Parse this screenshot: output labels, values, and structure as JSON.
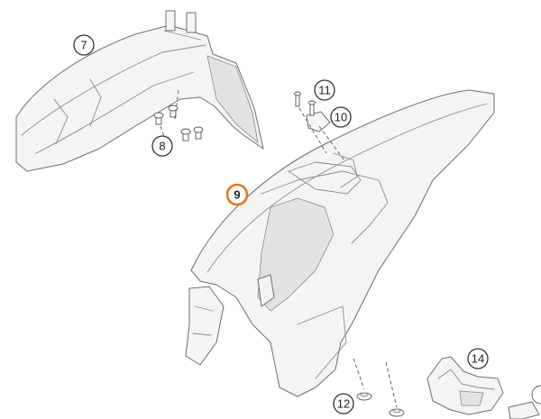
{
  "diagram": {
    "callouts": [
      {
        "id": "c7",
        "label": "7",
        "highlight": false
      },
      {
        "id": "c8",
        "label": "8",
        "highlight": false
      },
      {
        "id": "c9",
        "label": "9",
        "highlight": true
      },
      {
        "id": "c10",
        "label": "10",
        "highlight": false
      },
      {
        "id": "c11",
        "label": "11",
        "highlight": false
      },
      {
        "id": "c12",
        "label": "12",
        "highlight": false
      },
      {
        "id": "c14",
        "label": "14",
        "highlight": false
      }
    ],
    "colors": {
      "highlight": "#e8761c",
      "outline": "#6e6e6e",
      "part_fill": "#f4f4f4",
      "background": "#ffffff"
    }
  }
}
